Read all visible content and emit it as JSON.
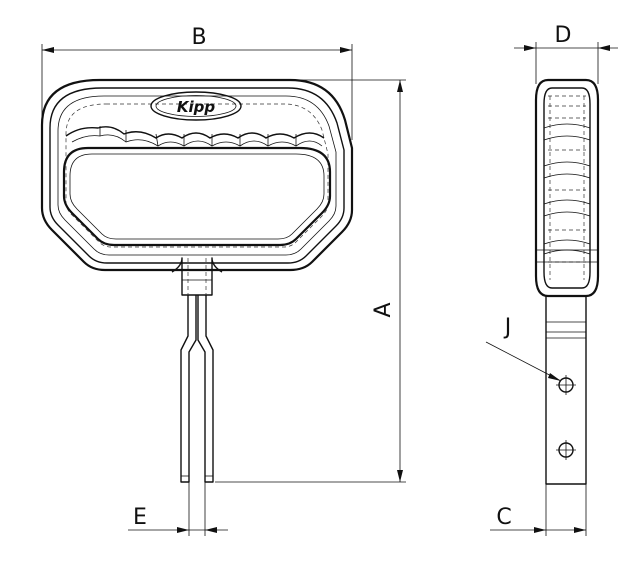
{
  "drawing": {
    "brand_text": "Kipp",
    "dimensions": {
      "A": "A",
      "B": "B",
      "C": "C",
      "D": "D",
      "E": "E",
      "J": "J"
    }
  }
}
